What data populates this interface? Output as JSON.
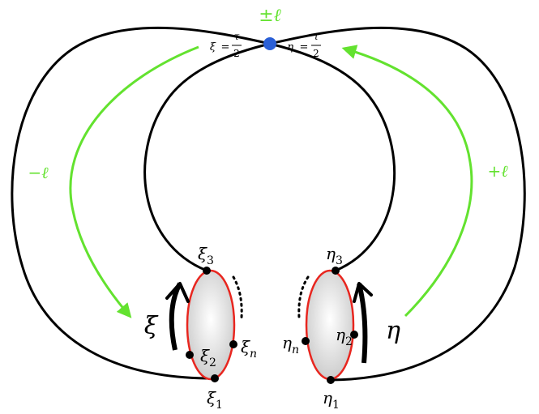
{
  "colors": {
    "outline": "#000000",
    "loop": "#e8261f",
    "arrow": "#63e22f",
    "node": "#2a5fd6",
    "point": "#000000",
    "fill_light": "#ffffff",
    "fill_dark": "#c9c9c9"
  },
  "labels": {
    "top_node": "±ℓ",
    "left_arrow": "−ℓ",
    "right_arrow": "+ℓ",
    "xi_half": {
      "lhs": "ξ",
      "eq": "=",
      "num": "τ",
      "den": "2"
    },
    "eta_half": {
      "lhs": "η",
      "eq": "=",
      "num": "τ",
      "den": "2"
    },
    "xi_orientation": "ξ",
    "eta_orientation": "η",
    "xi_points": [
      {
        "base": "ξ",
        "sub": "1"
      },
      {
        "base": "ξ",
        "sub": "2"
      },
      {
        "base": "ξ",
        "sub": "3"
      },
      {
        "base": "ξ",
        "sub": "n"
      }
    ],
    "eta_points": [
      {
        "base": "η",
        "sub": "1"
      },
      {
        "base": "η",
        "sub": "2"
      },
      {
        "base": "η",
        "sub": "3"
      },
      {
        "base": "η",
        "sub": "n"
      }
    ]
  }
}
